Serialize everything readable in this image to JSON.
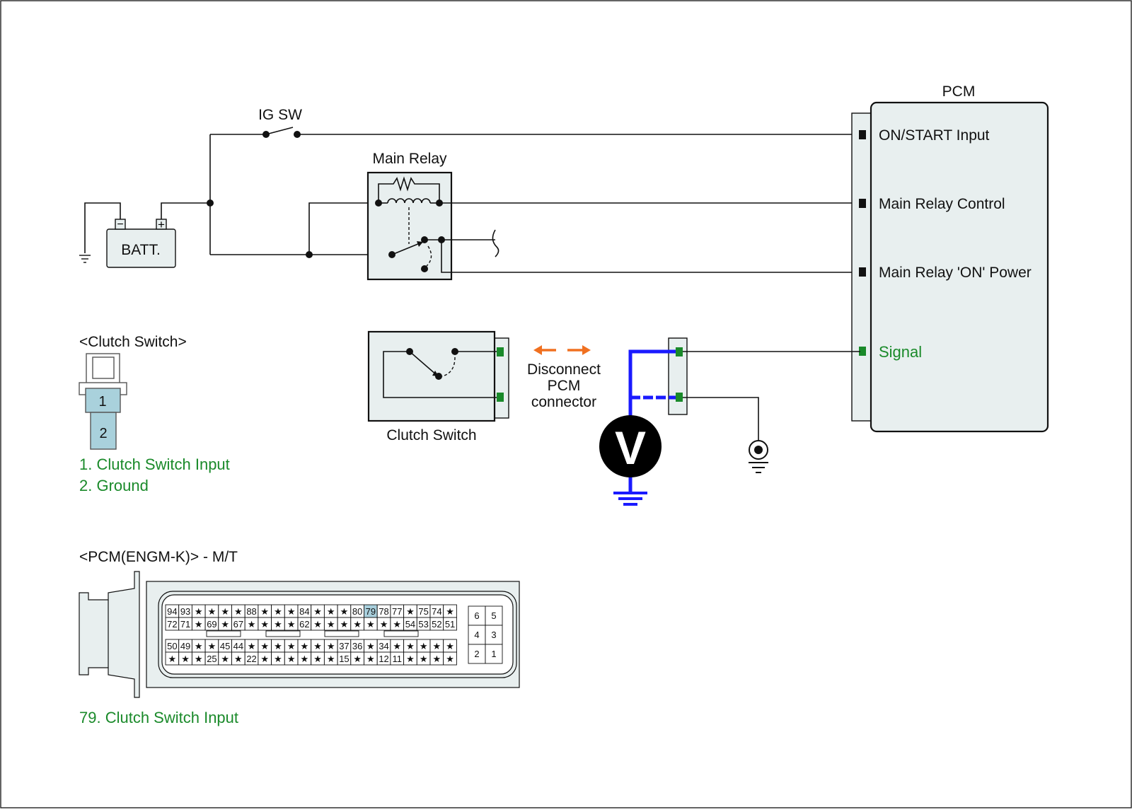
{
  "components": {
    "ig_sw": "IG SW",
    "main_relay": "Main Relay",
    "battery": "BATT.",
    "battery_minus": "−",
    "battery_plus": "+",
    "pcm": "PCM",
    "clutch_switch": "Clutch Switch",
    "voltmeter": "V"
  },
  "pcm_terminals": {
    "on_start": "ON/START Input",
    "relay_control": "Main Relay Control",
    "relay_power": "Main Relay 'ON' Power",
    "signal": "Signal"
  },
  "annotation": {
    "line1": "Disconnect",
    "line2": "PCM",
    "line3": "connector"
  },
  "clutch_connector": {
    "title": "<Clutch Switch>",
    "pin1": "1",
    "pin2": "2",
    "legend1": "1. Clutch Switch Input",
    "legend2": "2. Ground"
  },
  "pcm_connector": {
    "title": "<PCM(ENGM-K)> - M/T",
    "legend": "79. Clutch Switch Input",
    "highlight_pin": "79",
    "row1": [
      "94",
      "93",
      "★",
      "★",
      "★",
      "★",
      "88",
      "★",
      "★",
      "★",
      "84",
      "★",
      "★",
      "★",
      "80",
      "79",
      "78",
      "77",
      "★",
      "75",
      "74",
      "★"
    ],
    "row2": [
      "72",
      "71",
      "★",
      "69",
      "★",
      "67",
      "★",
      "★",
      "★",
      "★",
      "62",
      "★",
      "★",
      "★",
      "★",
      "★",
      "★",
      "★",
      "54",
      "53",
      "52",
      "51"
    ],
    "row3": [
      "50",
      "49",
      "★",
      "★",
      "45",
      "44",
      "★",
      "★",
      "★",
      "★",
      "★",
      "★",
      "★",
      "37",
      "36",
      "★",
      "34",
      "★",
      "★",
      "★",
      "★",
      "★"
    ],
    "row4": [
      "★",
      "★",
      "★",
      "25",
      "★",
      "★",
      "22",
      "★",
      "★",
      "★",
      "★",
      "★",
      "★",
      "15",
      "★",
      "★",
      "12",
      "11",
      "★",
      "★",
      "★",
      "★"
    ],
    "side": [
      "6",
      "5",
      "4",
      "3",
      "2",
      "1"
    ]
  },
  "colors": {
    "signal_green": "#1a8a2a",
    "meter_blue": "#1a1aff",
    "arrow_orange": "#f07020",
    "highlight": "#a8cfdc",
    "connector_fill": "#a9d1dc"
  }
}
